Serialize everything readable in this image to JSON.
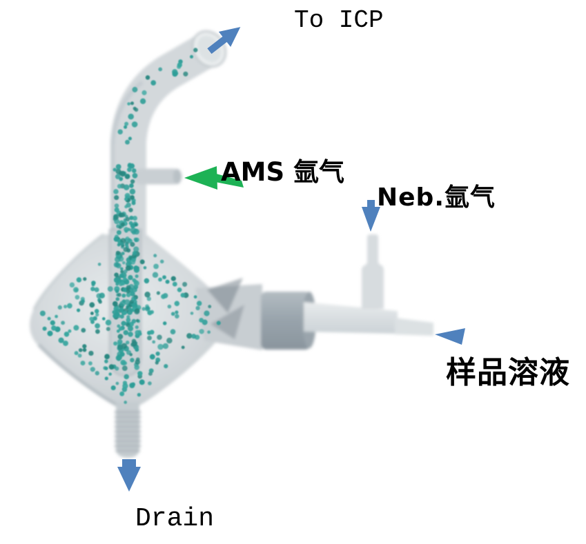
{
  "labels": {
    "to_icp": "To ICP",
    "ams_gas": "AMS 氩气",
    "neb_gas": "Neb.氩气",
    "sample_solution": "样品溶液",
    "drain": "Drain"
  },
  "arrows": {
    "to_icp": "arrow-up-right-blue",
    "ams_gas": "arrow-left-green",
    "neb_gas": "arrow-down-blue",
    "sample_solution": "arrow-left-blue",
    "drain": "arrow-down-blue"
  },
  "colors": {
    "background": "#ffffff",
    "text": "#000000",
    "arrow_blue": "#4f81bd",
    "arrow_green": "#1db255",
    "glass_light": "#edf0f1",
    "glass_mid": "#d3d8db",
    "glass_edge": "#b7bfc4",
    "glass_inner": "#c9d0d4",
    "adapter_dark": "#929da5",
    "droplet_teal": "#2f9e98"
  },
  "illustration": {
    "seed": 11,
    "dot_radius": 3.3,
    "palette": [
      "#2f9e98",
      "#27867f",
      "#39a7a0",
      "#2f9e98"
    ],
    "chamber_dots": 185,
    "column_dots": 235,
    "tube_dots": 28
  }
}
